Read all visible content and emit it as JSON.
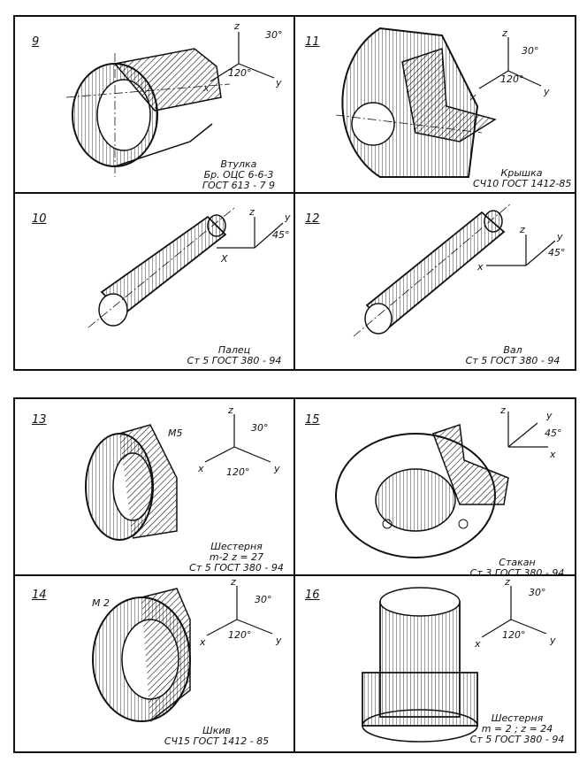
{
  "panels": [
    {
      "number": "9",
      "caption": [
        "Втулка",
        "Бр. ОЦС 6-6-3",
        "ГОСТ 613 - 7 9"
      ],
      "angles": [
        "30°",
        "120°"
      ],
      "axes": [
        "z",
        "x",
        "y"
      ]
    },
    {
      "number": "11",
      "caption": [
        "Крышка",
        "СЧ10 ГОСТ 1412-85"
      ],
      "angles": [
        "30°",
        "120°"
      ],
      "axes": [
        "z",
        "x",
        "y"
      ]
    },
    {
      "number": "10",
      "caption": [
        "Палец",
        "Ст 5 ГОСТ 380 - 94"
      ],
      "angles": [
        "45°"
      ],
      "axes": [
        "z",
        "y",
        "X"
      ]
    },
    {
      "number": "12",
      "caption": [
        "Вал",
        "Ст 5 ГОСТ 380 - 94"
      ],
      "angles": [
        "45°"
      ],
      "axes": [
        "z",
        "y",
        "x"
      ]
    },
    {
      "number": "13",
      "caption": [
        "Шестерня",
        "m-2  z = 27",
        "Ст 5 ГОСТ 380 - 94"
      ],
      "angles": [
        "30°",
        "120°"
      ],
      "axes": [
        "z",
        "x",
        "y"
      ],
      "thread": "M5"
    },
    {
      "number": "15",
      "caption": [
        "Стакан",
        "Ст 3 ГОСТ 380 - 94"
      ],
      "angles": [
        "45°"
      ],
      "axes": [
        "z",
        "y",
        "x"
      ]
    },
    {
      "number": "14",
      "caption": [
        "Шкив",
        "СЧ15     ГОСТ 1412 - 85"
      ],
      "angles": [
        "30°",
        "120°"
      ],
      "axes": [
        "z",
        "x",
        "y"
      ],
      "thread": "M 2"
    },
    {
      "number": "16",
      "caption": [
        "Шестерня",
        "m = 2 ; z = 24",
        "Ст 5 ГОСТ 380 - 94"
      ],
      "angles": [
        "30°",
        "120°"
      ],
      "axes": [
        "z",
        "x",
        "y"
      ]
    }
  ]
}
